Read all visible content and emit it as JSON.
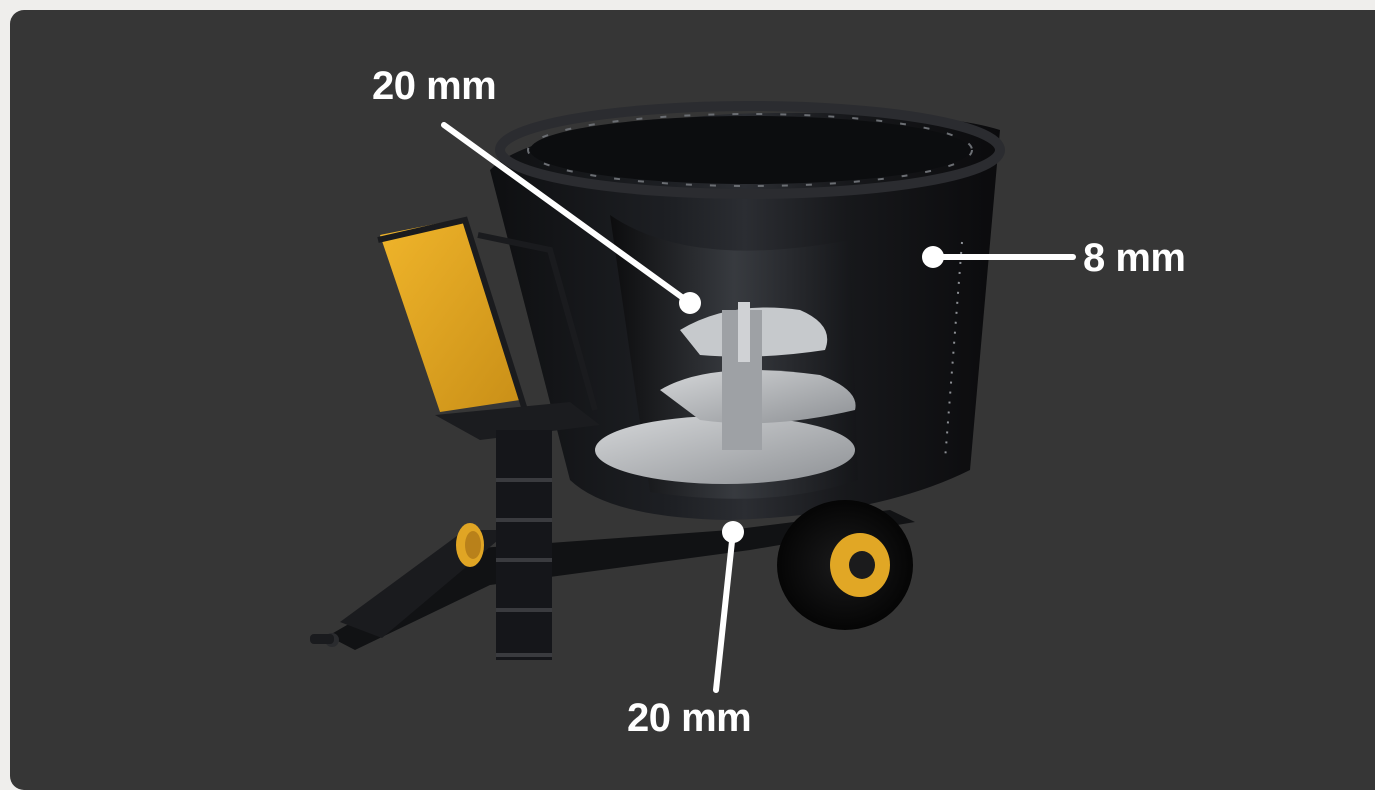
{
  "image": {
    "subject": "feed-mixer-wagon",
    "colors": {
      "background": "#363636",
      "page": "#efeeec",
      "tub": "#121316",
      "accent": "#e9b12a",
      "auger": "#b9bcbf"
    }
  },
  "callouts": {
    "top": "20 mm",
    "right": "8 mm",
    "bottom": "20 mm"
  }
}
